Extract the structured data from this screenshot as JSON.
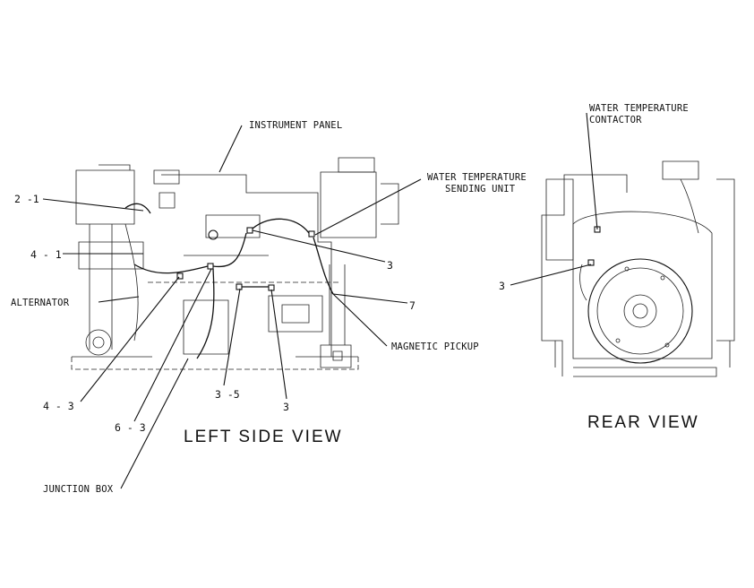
{
  "labels": {
    "instrument_panel": "INSTRUMENT PANEL",
    "water_temp_sending_1": "WATER TEMPERATURE",
    "water_temp_sending_2": "SENDING UNIT",
    "water_temp_contactor_1": "WATER TEMPERATURE",
    "water_temp_contactor_2": "CONTACTOR",
    "alternator": "ALTERNATOR",
    "magnetic_pickup": "MAGNETIC PICKUP",
    "junction_box": "JUNCTION BOX"
  },
  "callouts": {
    "c2_1": "2 -1",
    "c4_1": "4 - 1",
    "c4_3": "4 - 3",
    "c6_3": "6 - 3",
    "c3_5": "3 -5",
    "c3_bottom": "3",
    "c3_right": "3",
    "c7": "7",
    "c3_rear": "3"
  },
  "views": {
    "left": "LEFT SIDE VIEW",
    "rear": "REAR VIEW"
  }
}
